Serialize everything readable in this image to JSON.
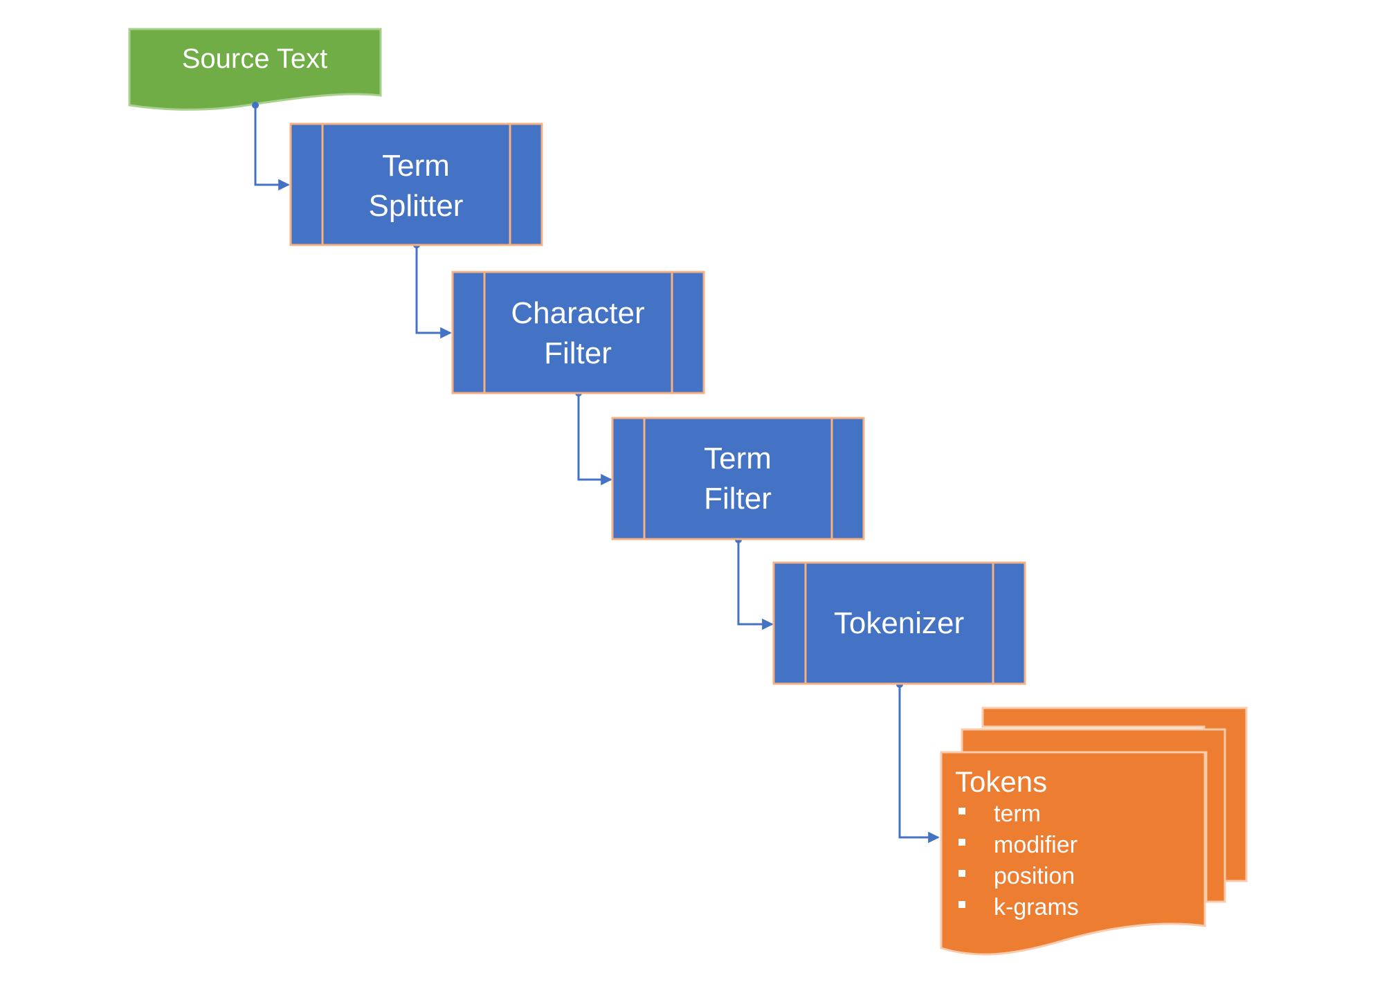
{
  "colors": {
    "source_fill": "#70ad47",
    "source_stroke": "#a9d18e",
    "process_fill": "#4472c4",
    "process_stroke": "#f4b183",
    "tokens_fill": "#ed7d31",
    "tokens_stroke": "#f8cbad",
    "connector": "#4472c4",
    "text": "#ffffff"
  },
  "source": {
    "label": "Source Text"
  },
  "steps": [
    {
      "line1": "Term",
      "line2": "Splitter"
    },
    {
      "line1": "Character",
      "line2": "Filter"
    },
    {
      "line1": "Term",
      "line2": "Filter"
    },
    {
      "line1": "Tokenizer",
      "line2": ""
    }
  ],
  "output": {
    "title": "Tokens",
    "items": [
      "term",
      "modifier",
      "position",
      "k-grams"
    ]
  }
}
